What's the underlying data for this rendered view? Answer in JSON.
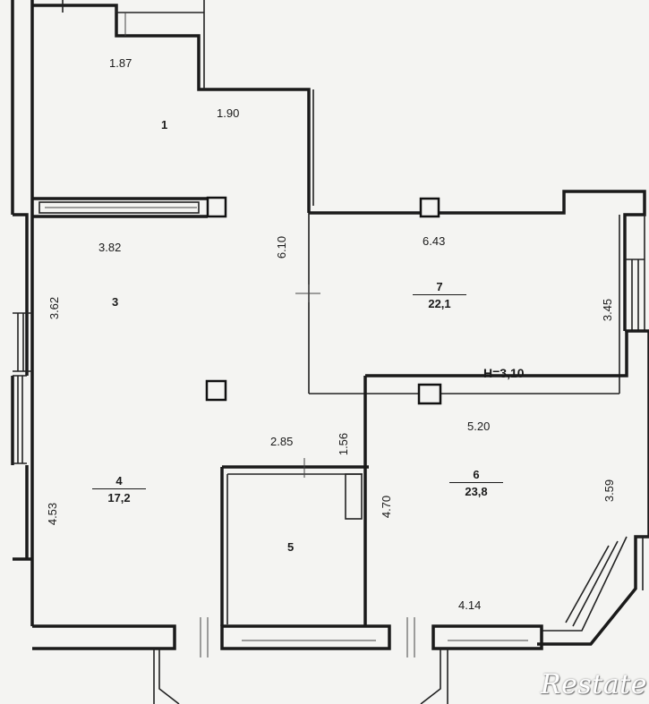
{
  "floor_plan": {
    "ceiling_height": "H=3,10",
    "rooms": [
      {
        "number": "1",
        "area": ""
      },
      {
        "number": "3",
        "area": ""
      },
      {
        "number": "4",
        "area": "17,2"
      },
      {
        "number": "5",
        "area": ""
      },
      {
        "number": "6",
        "area": "23,8"
      },
      {
        "number": "7",
        "area": "22,1"
      }
    ],
    "dimensions": {
      "d_187": "1.87",
      "d_190": "1.90",
      "d_382": "3.82",
      "d_610": "6.10",
      "d_362": "3.62",
      "d_643": "6.43",
      "d_345": "3.45",
      "d_520": "5.20",
      "d_285": "2.85",
      "d_156": "1.56",
      "d_453": "4.53",
      "d_470": "4.70",
      "d_359": "3.59",
      "d_414": "4.14"
    }
  },
  "watermark": "Restate"
}
